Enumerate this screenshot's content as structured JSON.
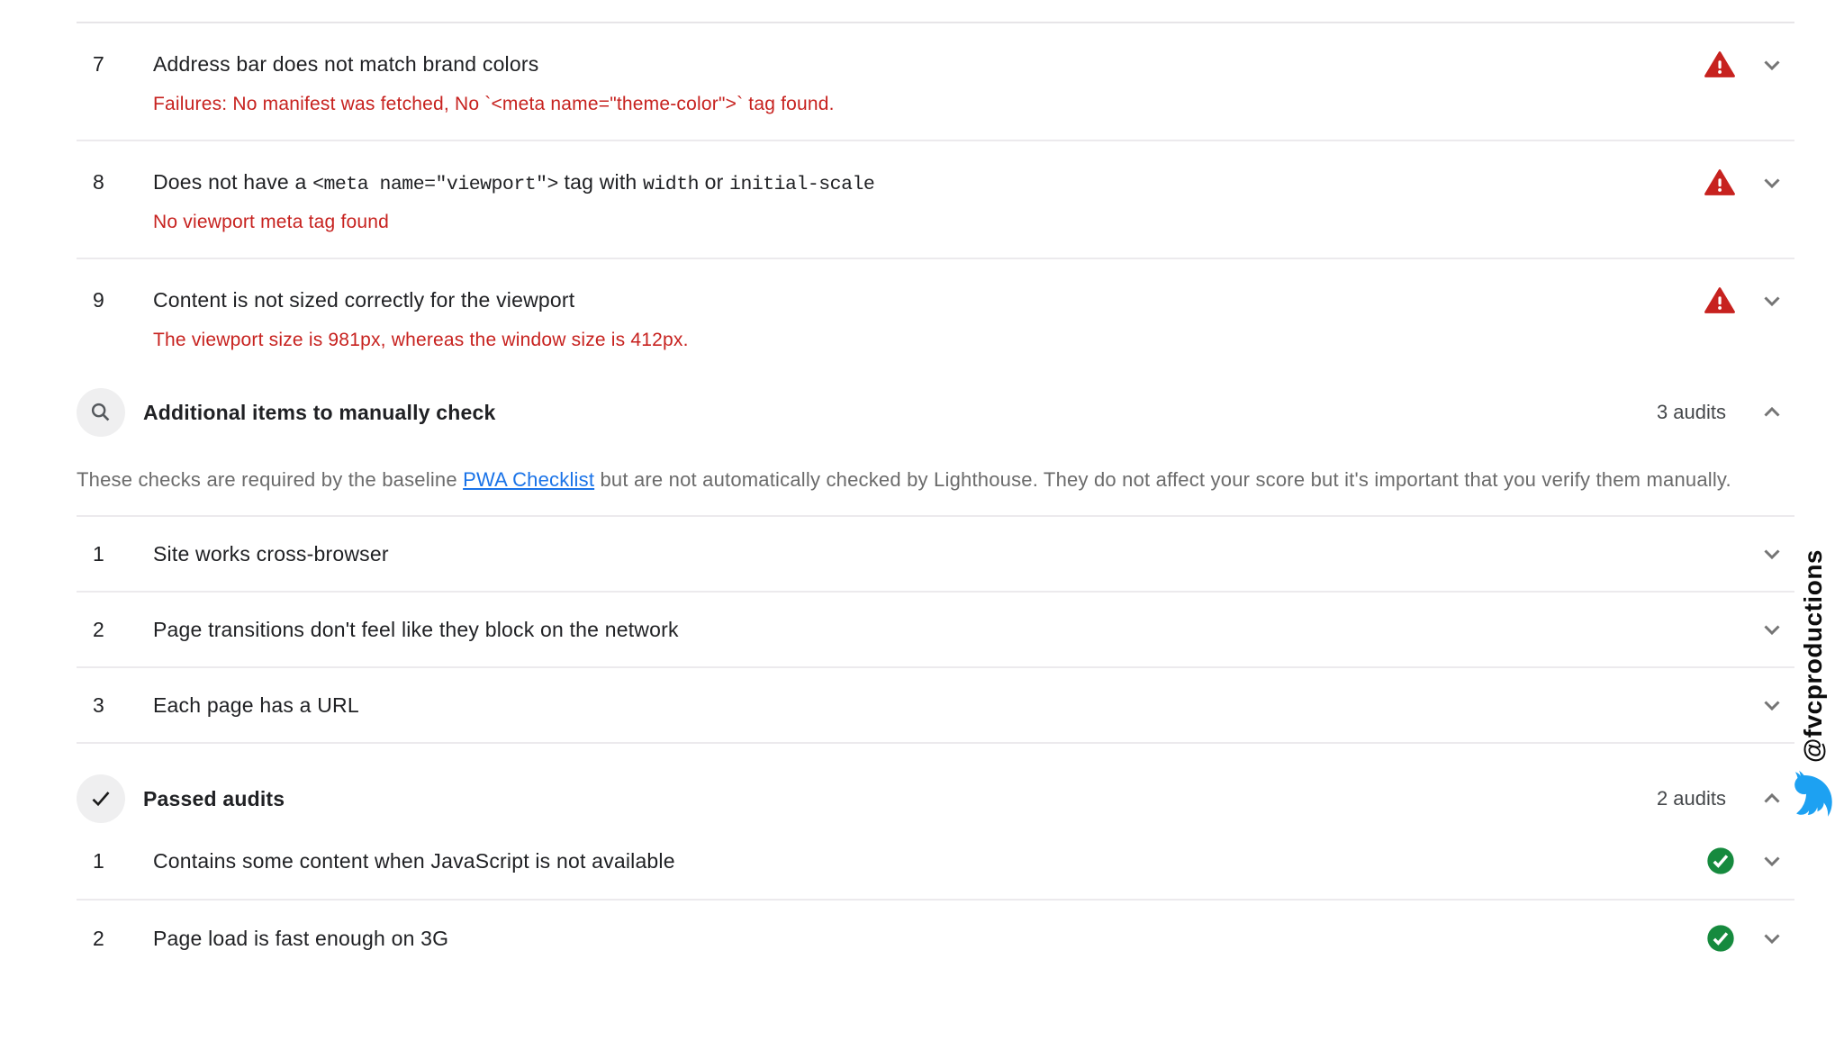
{
  "colors": {
    "fail_red": "#c7221f",
    "pass_green": "#168a3e",
    "link_blue": "#1a73e8",
    "chevron_gray": "#757575",
    "divider": "#eceaed",
    "icon_circle_bg": "#efeff0",
    "twitter_blue": "#1da1f2"
  },
  "failed_audits": {
    "items": [
      {
        "num": "7",
        "title": "Address bar does not match brand colors",
        "failure": "Failures: No manifest was fetched, No `<meta name=\"theme-color\">` tag found.",
        "status_icon": "warning-triangle-icon"
      },
      {
        "num": "8",
        "title_parts": [
          {
            "text": "Does not have a ",
            "code": false
          },
          {
            "text": "<meta name=\"viewport\">",
            "code": true
          },
          {
            "text": " tag with ",
            "code": false
          },
          {
            "text": "width",
            "code": true
          },
          {
            "text": " or ",
            "code": false
          },
          {
            "text": "initial-scale",
            "code": true
          }
        ],
        "failure": "No viewport meta tag found",
        "status_icon": "warning-triangle-icon"
      },
      {
        "num": "9",
        "title": "Content is not sized correctly for the viewport",
        "failure": "The viewport size is 981px, whereas the window size is 412px.",
        "status_icon": "warning-triangle-icon"
      }
    ]
  },
  "manual_section": {
    "title": "Additional items to manually check",
    "audits_count": "3 audits",
    "icon": "magnifier-icon",
    "description_before_link": "These checks are required by the baseline ",
    "link_text": "PWA Checklist",
    "description_after_link": " but are not automatically checked by Lighthouse. They do not affect your score but it's important that you verify them manually.",
    "items": [
      {
        "num": "1",
        "title": "Site works cross-browser"
      },
      {
        "num": "2",
        "title": "Page transitions don't feel like they block on the network"
      },
      {
        "num": "3",
        "title": "Each page has a URL"
      }
    ]
  },
  "passed_section": {
    "title": "Passed audits",
    "audits_count": "2 audits",
    "icon": "check-icon",
    "items": [
      {
        "num": "1",
        "title": "Contains some content when JavaScript is not available",
        "status_icon": "pass-check-icon"
      },
      {
        "num": "2",
        "title": "Page load is fast enough on 3G",
        "status_icon": "pass-check-icon"
      }
    ]
  },
  "watermark": {
    "handle": "@fvcproductions",
    "icon": "twitter-bird-icon"
  }
}
